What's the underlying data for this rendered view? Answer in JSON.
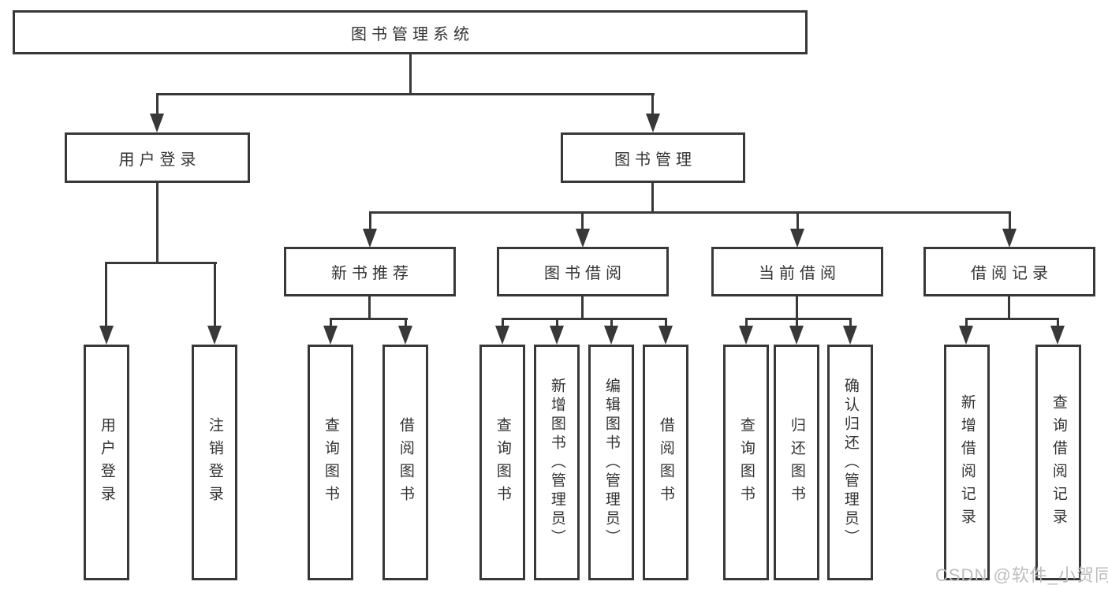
{
  "colors": {
    "line": "#383838",
    "text": "#333333",
    "watermark": "#bdbdbd",
    "background": "#ffffff"
  },
  "root": {
    "label": "图书管理系统"
  },
  "user_login": {
    "label": "用户登录",
    "children": [
      {
        "label": "用户登录"
      },
      {
        "label": "注销登录"
      }
    ]
  },
  "book_management": {
    "label": "图书管理",
    "sections": [
      {
        "label": "新书推荐",
        "children": [
          {
            "label": "查询图书"
          },
          {
            "label": "借阅图书"
          }
        ]
      },
      {
        "label": "图书借阅",
        "children": [
          {
            "label": "查询图书"
          },
          {
            "label": "新增图书（管理员）"
          },
          {
            "label": "编辑图书（管理员）"
          },
          {
            "label": "借阅图书"
          }
        ]
      },
      {
        "label": "当前借阅",
        "children": [
          {
            "label": "查询图书"
          },
          {
            "label": "归还图书"
          },
          {
            "label": "确认归还（管理员）"
          }
        ]
      },
      {
        "label": "借阅记录",
        "children": [
          {
            "label": "新增借阅记录"
          },
          {
            "label": "查询借阅记录"
          }
        ]
      }
    ]
  },
  "watermark": "CSDN @软件_小贺同学"
}
